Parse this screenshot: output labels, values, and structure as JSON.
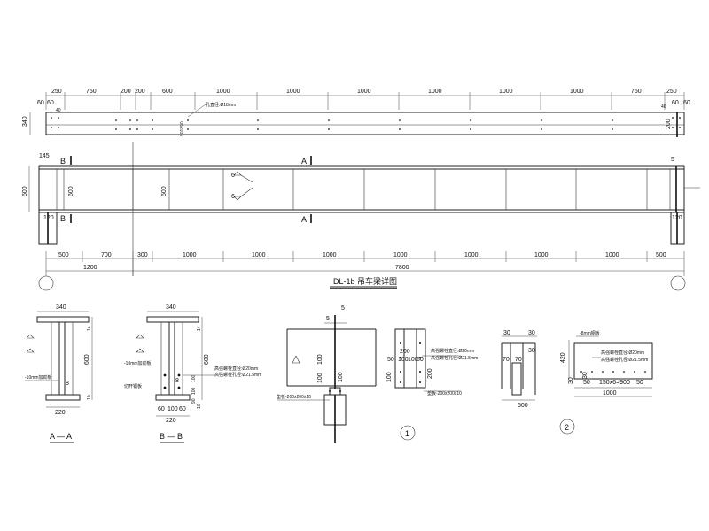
{
  "title": "DL-1b 吊车梁详图",
  "top_dims": [
    "250",
    "750",
    "200",
    "200",
    "600",
    "1000",
    "1000",
    "1000",
    "1000",
    "1000",
    "1000",
    "750",
    "250"
  ],
  "top_left_small": [
    "60",
    "60",
    "40"
  ],
  "top_right_small": [
    "40",
    "60",
    "60"
  ],
  "top_left_height": "340",
  "top_mid_vert": "901890",
  "top_right_height": "200",
  "hole_note": "孔直径:Ø18mm",
  "elev_left_offset": "145",
  "elev_right_offset": "5",
  "elev_height_left": "600",
  "elev_height_inner1": "600",
  "elev_height_inner2": "600",
  "support_width_left": "120",
  "support_width_right": "120",
  "weld_labels": [
    "6",
    "6"
  ],
  "section_marks": {
    "left": "B",
    "mid": "A"
  },
  "bottom_dims": [
    "500",
    "700",
    "300",
    "1000",
    "1000",
    "1000",
    "1000",
    "1000",
    "1000",
    "1000",
    "500"
  ],
  "bottom_total": [
    "1200",
    "7800"
  ],
  "section_aa": {
    "label": "A — A",
    "top_width": "340",
    "dims_right": [
      "14",
      "600",
      "10"
    ],
    "bottom_width": "220",
    "web_t": "8",
    "note": "-10mm加劲板"
  },
  "section_bb": {
    "label": "B — B",
    "top_width": "340",
    "dims_right": [
      "14",
      "600",
      "100",
      "100",
      "90",
      "10"
    ],
    "bottom_dims": [
      "60",
      "100",
      "60"
    ],
    "bottom_width": "220",
    "web_t": "8",
    "notes": [
      "-10mm加劲板",
      "切开钢板",
      "高强螺栓直径:Ø20mm",
      "高强螺栓孔径:Ø21.5mm"
    ]
  },
  "detail1": {
    "number": "1",
    "top_dims": [
      "5",
      "5"
    ],
    "vert_dims": [
      "100",
      "100",
      "100"
    ],
    "bolt_dims": [
      "200",
      "50",
      "100",
      "100",
      "50",
      "200",
      "100"
    ],
    "notes": [
      "高强螺栓直径:Ø20mm",
      "高强螺栓孔径:Ø21.5mm",
      "垫板-200x200x10",
      "垫板-200x200x10"
    ]
  },
  "detail2": {
    "number": "2",
    "top_dims": [
      "30",
      "30",
      "30"
    ],
    "left_dims": [
      "70",
      "70"
    ],
    "bottom_dim": "500",
    "height": "420",
    "plate_note": "-8mm钢板",
    "notes": [
      "高强螺栓直径:Ø20mm",
      "高强螺栓孔径:Ø21.5mm"
    ],
    "bolt_row": "150x6=900",
    "edge": [
      "50",
      "50",
      "30",
      "30"
    ],
    "total": "1000"
  }
}
